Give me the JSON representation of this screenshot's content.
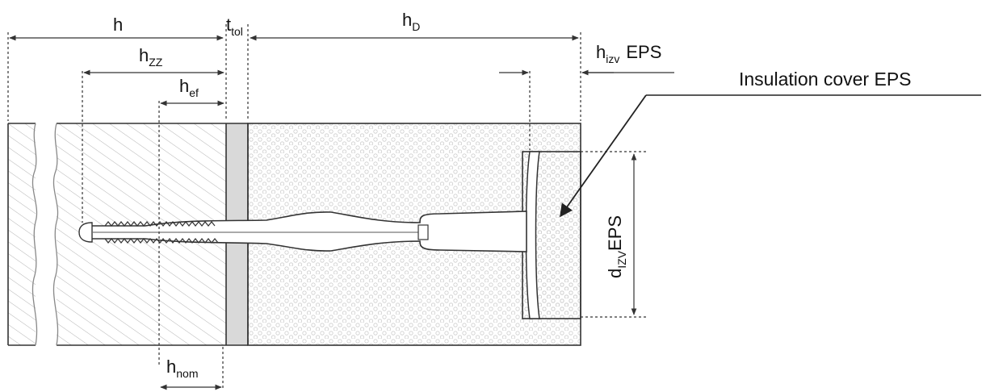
{
  "dimensions": {
    "h": {
      "main": "h",
      "sub": ""
    },
    "t_tol": {
      "main": "t",
      "sub": "tol"
    },
    "h_D": {
      "main": "h",
      "sub": "D"
    },
    "h_zz": {
      "main": "h",
      "sub": "ZZ"
    },
    "h_ef": {
      "main": "h",
      "sub": "ef"
    },
    "h_izv": {
      "main": "h",
      "sub": "izv",
      "suffix": "EPS"
    },
    "h_nom": {
      "main": "h",
      "sub": "nom"
    },
    "d_izv": {
      "main": "d",
      "sub": "IZV",
      "suffix": "EPS"
    }
  },
  "callout": {
    "label": "Insulation cover EPS"
  },
  "colors": {
    "line": "#333333",
    "hatch": "#b8b8b8",
    "foam_dot": "#cfcfcf",
    "gap": "#d9d9d9"
  }
}
